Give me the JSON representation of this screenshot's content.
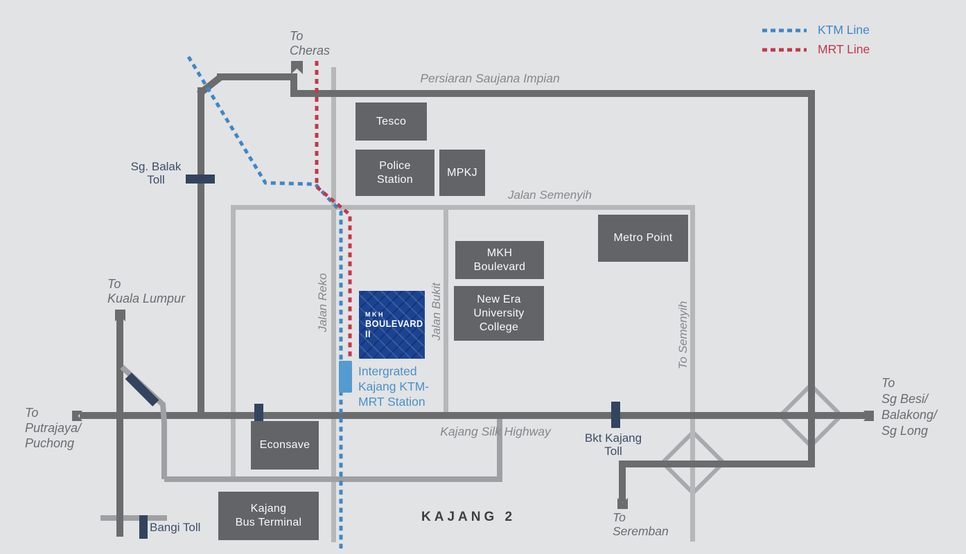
{
  "legend": {
    "ktm": {
      "label": "KTM Line",
      "color": "#3F87C5"
    },
    "mrt": {
      "label": "MRT Line",
      "color": "#C2394A"
    }
  },
  "roads": {
    "persiaran_saujana_impian": "Persiaran Saujana Impian",
    "jalan_semenyih": "Jalan Semenyih",
    "jalan_reko": "Jalan Reko",
    "jalan_bukit": "Jalan Bukit",
    "to_semenyih": "To Semenyih",
    "kajang_silk_highway": "Kajang Silk Highway"
  },
  "directions": {
    "cheras": "To\nCheras",
    "kuala_lumpur": "To\nKuala Lumpur",
    "putrajaya": "To\nPutrajaya/\nPuchong",
    "seremban": "To\nSeremban",
    "sg_besi": "To\nSg Besi/\nBalakong/\nSg Long"
  },
  "landmarks": {
    "tesco": "Tesco",
    "police_station": "Police\nStation",
    "mpkj": "MPKJ",
    "metro_point": "Metro Point",
    "mkh_boulevard": "MKH\nBoulevard",
    "new_era": "New Era\nUniversity\nCollege",
    "econsave": "Econsave",
    "kajang_bus_terminal": "Kajang\nBus Terminal"
  },
  "tolls": {
    "sg_balak": "Sg. Balak\nToll",
    "bkt_kajang": "Bkt Kajang\nToll",
    "bangi": "Bangi Toll",
    "bar_color": "#33445E"
  },
  "station": {
    "label": "Intergrated\nKajang KTM-\nMRT Station",
    "color": "#4A90C9",
    "marker_color": "#539BD0"
  },
  "project": {
    "brand": "MKH",
    "name": "BOULEVARD II",
    "bg_color": "#1B4392"
  },
  "area_label": "KAJANG 2"
}
